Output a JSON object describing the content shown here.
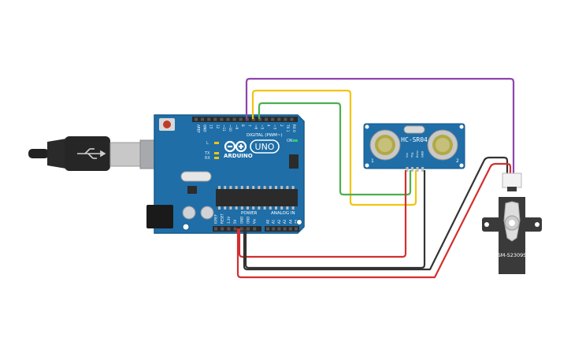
{
  "board": {
    "logo_text": "ARDUINO",
    "model_text": "UNO",
    "digital_header": "DIGITAL (PWM~)",
    "power_header": "POWER",
    "analog_header": "ANALOG IN",
    "tx_label": "TX",
    "rx_label": "RX",
    "l_label": "L",
    "on_label": "ON",
    "top_pins": [
      "AREF",
      "GND",
      "13",
      "12",
      "~11",
      "~10",
      "~9",
      "8",
      "7",
      "~6",
      "~5",
      "4",
      "~3",
      "2",
      "TX 1",
      "RX 0"
    ],
    "power_pins": [
      "IOREF",
      "RESET",
      "3.3V",
      "5V",
      "GND",
      "GND",
      "Vin"
    ],
    "analog_pins": [
      "A0",
      "A1",
      "A2",
      "A3",
      "A4",
      "A5"
    ]
  },
  "sensor": {
    "label": "HC-SR04",
    "pins": [
      "Vcc",
      "Trig",
      "Echo",
      "GND"
    ],
    "mark_left": "1",
    "mark_right": "2"
  },
  "servo": {
    "label": "SM-S2309S"
  },
  "wires": {
    "colors": {
      "purple": "#8e44ad",
      "yellow": "#f1c40f",
      "green": "#4caf50",
      "red": "#d32f2f",
      "black": "#333333"
    }
  },
  "colors": {
    "board": "#1f6ea8",
    "board_dark": "#165a8a",
    "header": "#2b2b2b",
    "sensor": "#1f6ea8",
    "servo": "#3a3a3a"
  }
}
